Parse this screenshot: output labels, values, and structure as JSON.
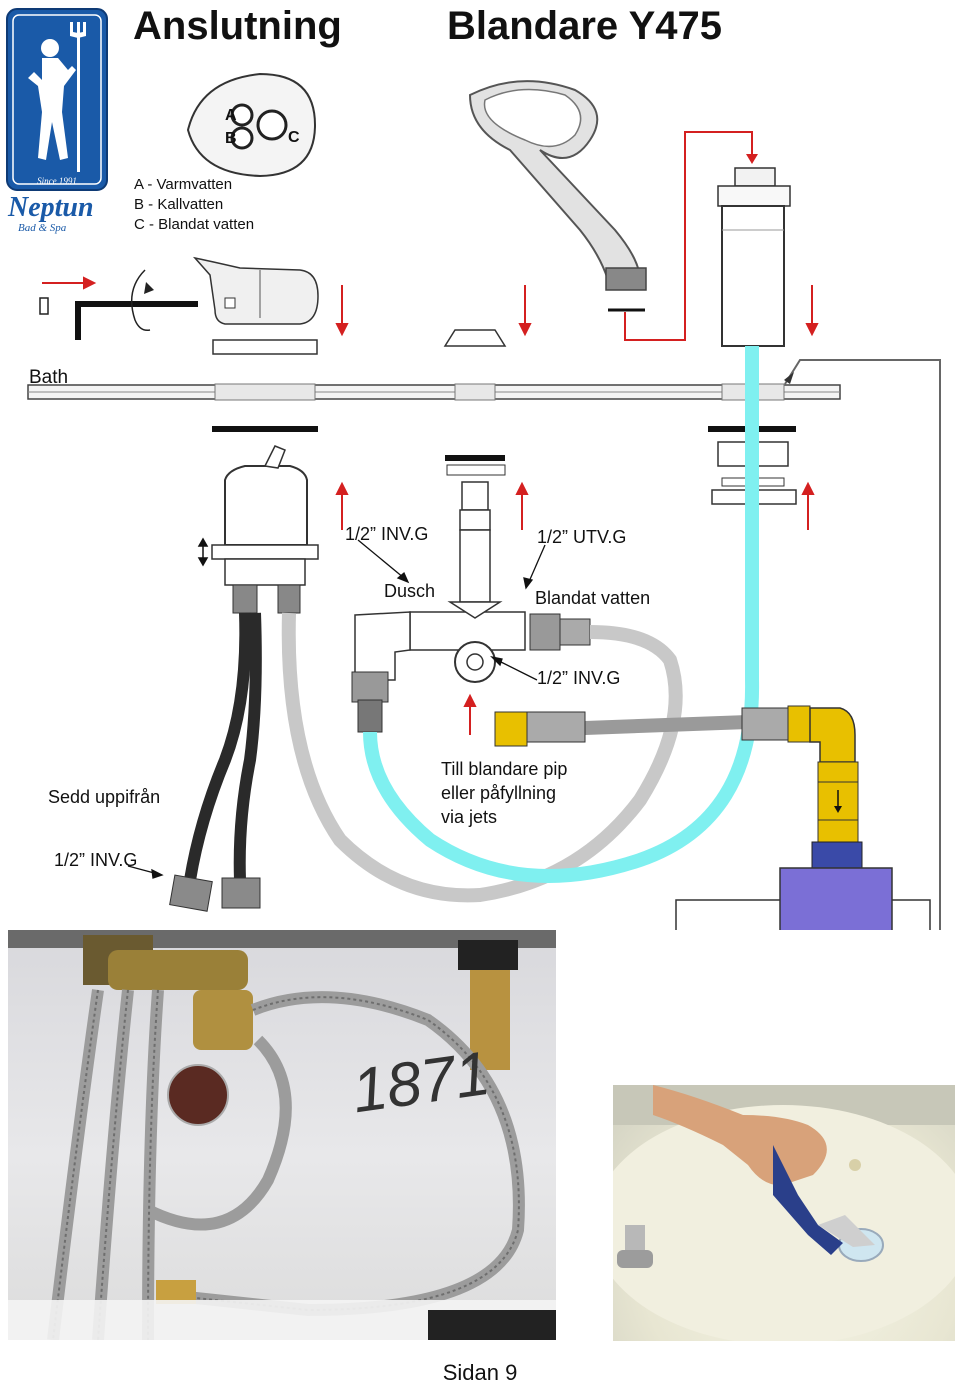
{
  "header": {
    "title_left": "Anslutning",
    "title_right": "Blandare Y475"
  },
  "logo": {
    "since": "Since 1991",
    "brand": "Neptun",
    "sub": "Bad & Spa"
  },
  "ports": {
    "a": "A",
    "b": "B",
    "c": "C"
  },
  "legend": {
    "a": "A - Varmvatten",
    "b": "B - Kallvatten",
    "c": "C - Blandat vatten"
  },
  "diagram": {
    "bath": "Bath",
    "inv_g_1": "1/2” INV.G",
    "utv_g": "1/2” UTV.G",
    "dusch": "Dusch",
    "blandat_vatten": "Blandat vatten",
    "inv_g_2": "1/2” INV.G",
    "till_1": "Till blandare pip",
    "till_2": "eller påfyllning",
    "till_3": "via jets",
    "sedd": "Sedd uppifrån",
    "inv_g_3": "1/2” INV.G"
  },
  "photo_left": {
    "handwriting": "1871"
  },
  "footer": {
    "page": "Sidan 9"
  },
  "colors": {
    "pipe_red": "#d42020",
    "hose_cyan": "#7ff0f0",
    "hose_gray": "#c8c8c8",
    "hose_dark": "#2a2a2a",
    "brass": "#e8c000",
    "tee_blue": "#7b6fd6",
    "logo_blue": "#1a5aa8"
  }
}
